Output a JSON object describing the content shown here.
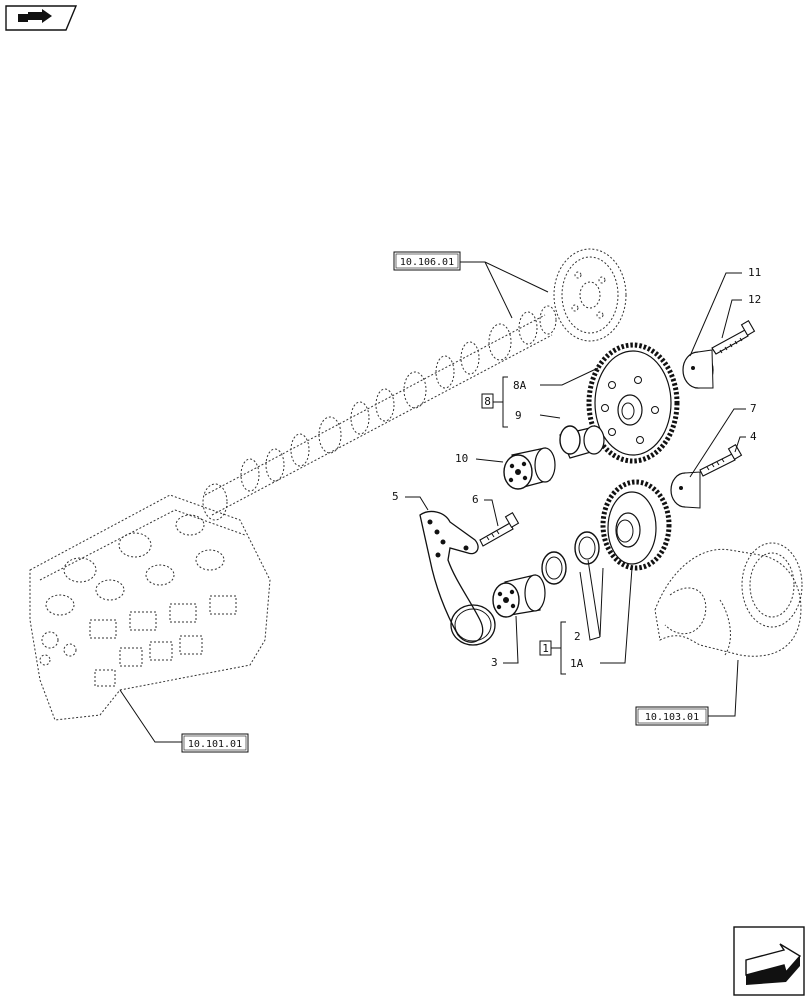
{
  "references": {
    "camshaft": "10.106.01",
    "engine_block": "10.101.01",
    "crankshaft": "10.103.01"
  },
  "callouts": {
    "n11": "11",
    "n12": "12",
    "n8A": "8A",
    "n8": "8",
    "n9": "9",
    "n7": "7",
    "n4": "4",
    "n10": "10",
    "n5": "5",
    "n6": "6",
    "n2": "2",
    "n1": "1",
    "n1A": "1A",
    "n3": "3"
  },
  "icons": {
    "top_left": "book-arrow-icon",
    "bottom_right": "next-page-arrow-icon"
  }
}
